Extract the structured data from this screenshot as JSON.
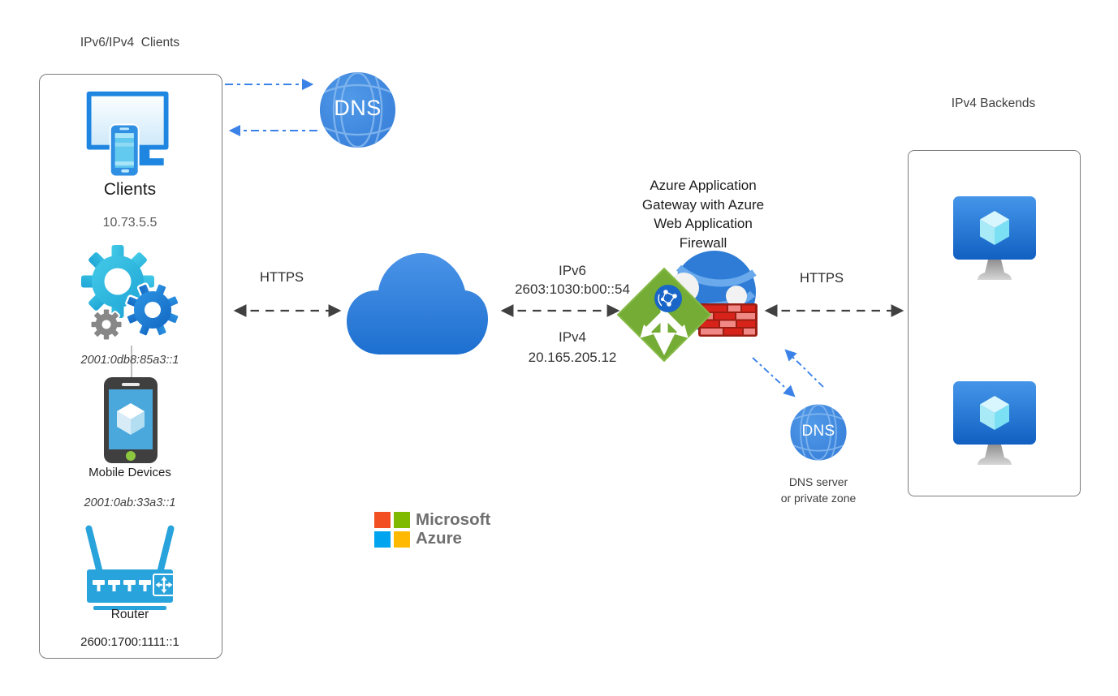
{
  "clients": {
    "group_title": "IPv6/IPv4  Clients",
    "client_label": "Clients",
    "client_ip": "10.73.5.5",
    "gears_ip": "2001:0db8:85a3::1",
    "mobile_label": "Mobile Devices",
    "mobile_ip": "2001:0ab:33a3::1",
    "router_label": "Router",
    "router_ip": "2600:1700:1111::1"
  },
  "dns_top": {
    "label": "DNS"
  },
  "connections": {
    "https_left": "HTTPS",
    "https_right": "HTTPS"
  },
  "gateway": {
    "title_lines": [
      "Azure Application",
      "Gateway with Azure",
      "Web Application",
      "Firewall"
    ],
    "ipv6_label": "IPv6",
    "ipv6_address": "2603:1030:b00::54",
    "ipv4_label": "IPv4",
    "ipv4_address": "20.165.205.12"
  },
  "backends": {
    "title": "IPv4 Backends"
  },
  "dns_bottom": {
    "label": "DNS",
    "caption_line1": "DNS server",
    "caption_line2": "or private zone"
  },
  "azure_logo": {
    "brand": "Microsoft",
    "product": "Azure"
  },
  "colors": {
    "cloud_blue_top": "#4b94e8",
    "cloud_blue_bottom": "#1d6fd0",
    "dns_globe_blue": "#3b86de",
    "gateway_green": "#74ac35",
    "firewall_dark_red": "#9c1d12",
    "brick_red": "#d8231a",
    "brick_pink": "#f08885",
    "arrow_dark": "#404040",
    "arrow_blue": "#3b82e8",
    "ms_square_red": "#f25022",
    "ms_square_green": "#7fba00",
    "ms_square_blue": "#00a4ef",
    "ms_square_yellow": "#ffb900"
  }
}
